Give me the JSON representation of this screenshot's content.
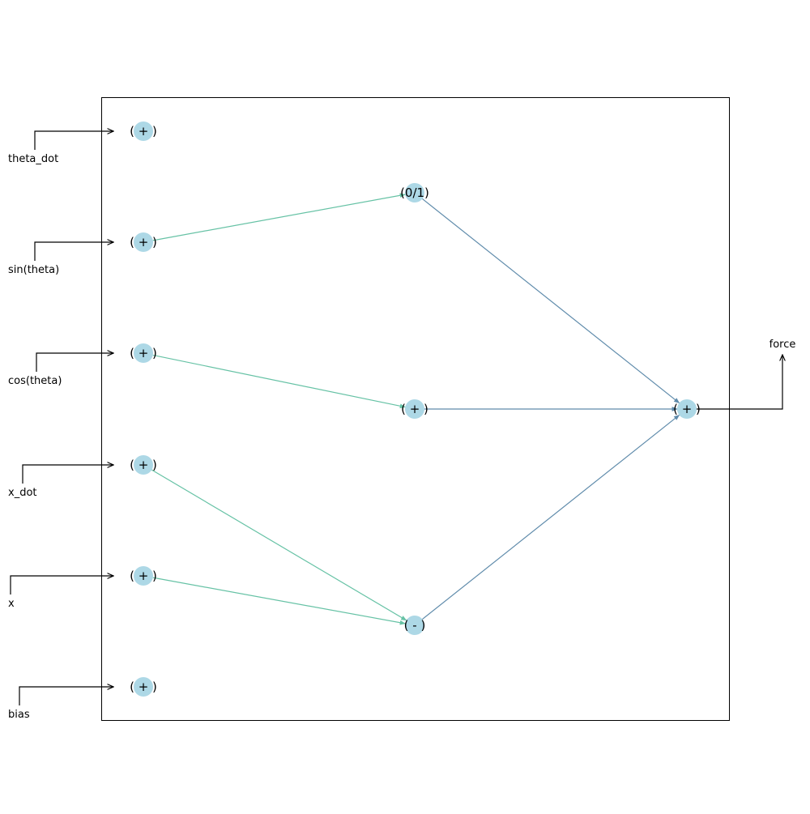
{
  "inputs": [
    {
      "id": "in0",
      "label": "theta_dot",
      "node_label": "( + )"
    },
    {
      "id": "in1",
      "label": "sin(theta)",
      "node_label": "( + )"
    },
    {
      "id": "in2",
      "label": "cos(theta)",
      "node_label": "( + )"
    },
    {
      "id": "in3",
      "label": "x_dot",
      "node_label": "( + )"
    },
    {
      "id": "in4",
      "label": "x",
      "node_label": "( + )"
    },
    {
      "id": "in5",
      "label": "bias",
      "node_label": "( + )"
    }
  ],
  "hidden": [
    {
      "id": "h0",
      "node_label": "(0/1)"
    },
    {
      "id": "h1",
      "node_label": "( + )"
    },
    {
      "id": "h2",
      "node_label": "( - )"
    }
  ],
  "output": {
    "id": "out",
    "label": "force",
    "node_label": "( + )"
  },
  "edges": [
    {
      "from": "in1",
      "to": "h0",
      "kind": "input"
    },
    {
      "from": "in2",
      "to": "h1",
      "kind": "input"
    },
    {
      "from": "in3",
      "to": "h2",
      "kind": "input"
    },
    {
      "from": "in4",
      "to": "h2",
      "kind": "input"
    },
    {
      "from": "h0",
      "to": "out",
      "kind": "hidden"
    },
    {
      "from": "h1",
      "to": "out",
      "kind": "hidden"
    },
    {
      "from": "h2",
      "to": "out",
      "kind": "hidden"
    }
  ],
  "colors": {
    "node_fill": "#add8e6",
    "input_edge": "#66c2a5",
    "hidden_edge": "#5f8bab",
    "frame": "#000000",
    "arrow": "#000000"
  }
}
